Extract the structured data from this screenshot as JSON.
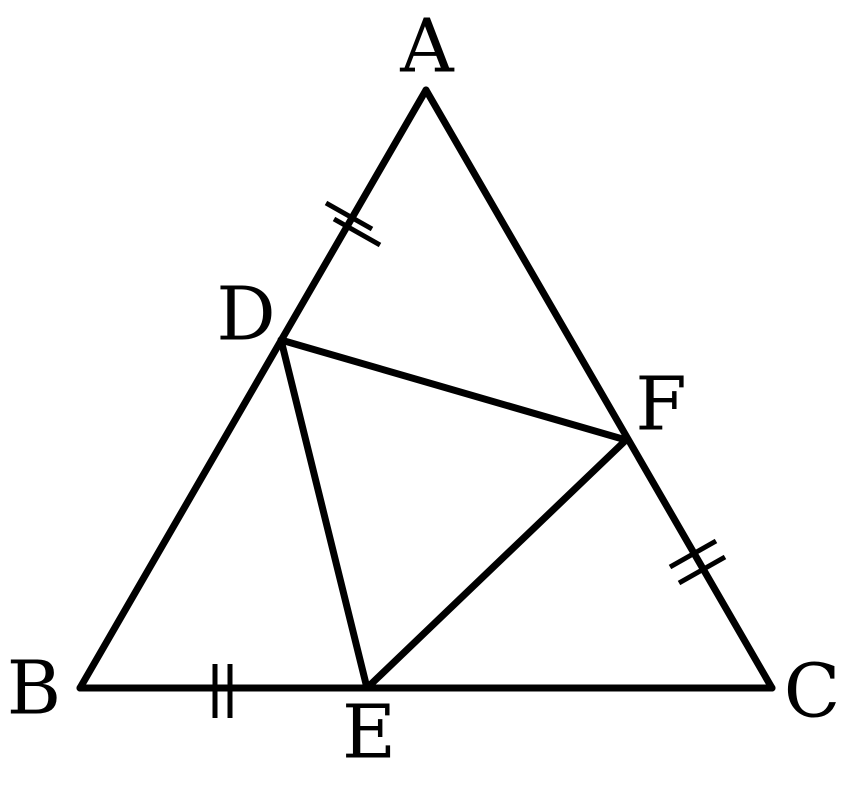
{
  "figure": {
    "vertices": {
      "A": "A",
      "B": "B",
      "C": "C",
      "D": "D",
      "E": "E",
      "F": "F"
    },
    "segments": [
      "AB",
      "BC",
      "CA",
      "DE",
      "EF",
      "FD"
    ],
    "equal_marks": {
      "style": "double-tick",
      "segments": [
        "AD",
        "BE",
        "CF"
      ]
    }
  }
}
